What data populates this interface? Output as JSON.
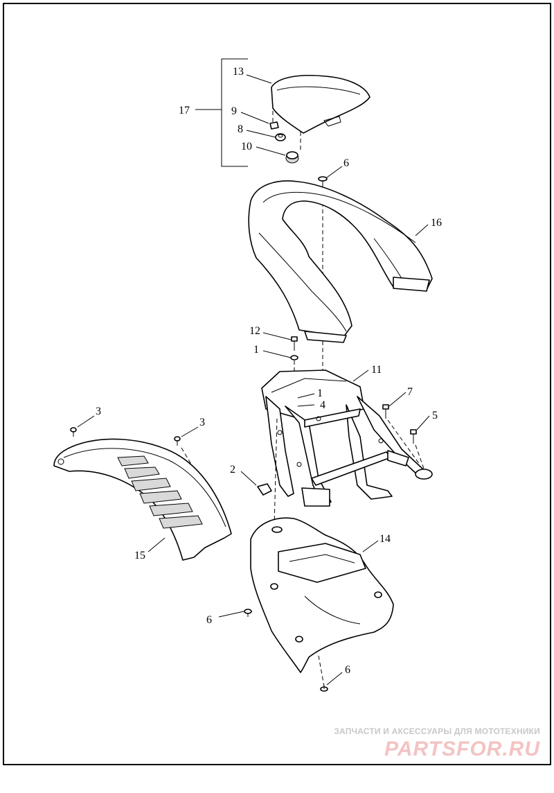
{
  "callouts": {
    "c1a": "1",
    "c1b": "1",
    "c2": "2",
    "c3a": "3",
    "c3b": "3",
    "c4": "4",
    "c5": "5",
    "c6a": "6",
    "c6b": "6",
    "c6c": "6",
    "c7": "7",
    "c8": "8",
    "c9": "9",
    "c10": "10",
    "c11": "11",
    "c12": "12",
    "c13": "13",
    "c14": "14",
    "c15": "15",
    "c16": "16",
    "c17": "17"
  },
  "watermark": {
    "caption": "ЗАПЧАСТИ И АКСЕССУАРЫ ДЛЯ МОТОТЕХНИКИ",
    "logo": "PARTSFOR.RU"
  }
}
